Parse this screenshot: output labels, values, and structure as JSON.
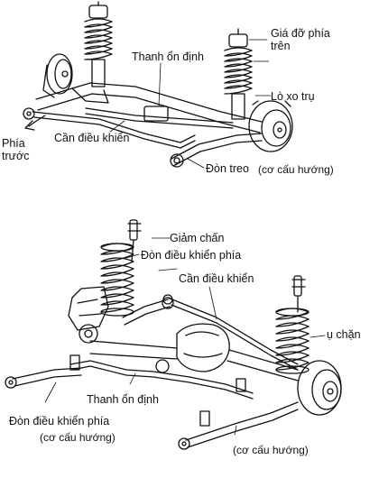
{
  "diagram": {
    "top": {
      "labels": {
        "upper_mount": "Giá đỡ phía\ntrên",
        "stabilizer_bar": "Thanh ổn định",
        "coil_spring": "Lò xo trụ",
        "control_rod": "Cần điều khiển",
        "front": "Phía\ntrước",
        "lower_arm": "Đòn treo",
        "linkage": "(cơ cấu hướng)"
      }
    },
    "bottom": {
      "labels": {
        "shock_absorber": "Giảm chấn",
        "upper_control_arm": "Đòn điều khiển phía",
        "control_rod": "Cần điều khiển",
        "bump_stop": "ụ chặn",
        "stabilizer_bar": "Thanh ổn định",
        "lower_control_arm": "Đòn điều khiển phía",
        "linkage_left": "(cơ cấu hướng)",
        "linkage_right": "(cơ cấu hướng)"
      }
    },
    "colors": {
      "line": "#111111",
      "background": "#ffffff"
    }
  }
}
